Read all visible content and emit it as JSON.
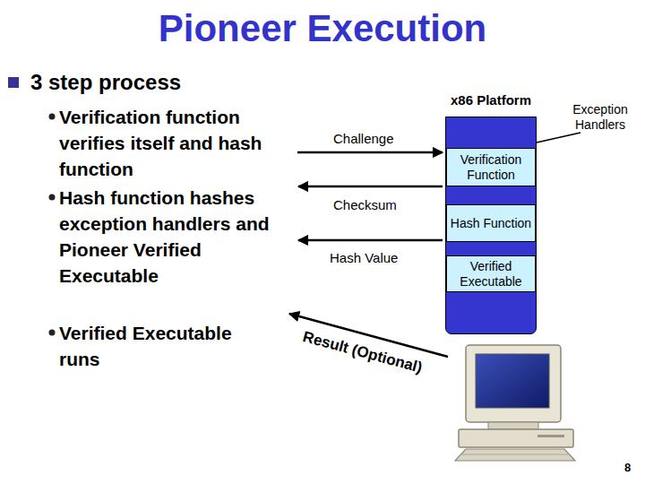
{
  "diagram": {
    "title": "Pioneer Execution",
    "nodes": [
      {
        "text": [
          "x86 Platform"
        ]
      },
      {
        "text": [
          "Verification Function"
        ],
        "in": 0
      },
      {
        "text": [
          "Hash Function"
        ],
        "in": 0
      },
      {
        "text": [
          "Verified Executable"
        ],
        "in": 0
      }
    ],
    "labels": [
      "3 step process",
      "Verification function verifies itself and hash function",
      "Hash function hashes exception handlers and Pioneer Verified Executable",
      "Verified Executable runs",
      "Exception Handlers",
      "Challenge",
      "Checksum",
      "Hash Value",
      "Result (Optional)",
      "8"
    ]
  }
}
